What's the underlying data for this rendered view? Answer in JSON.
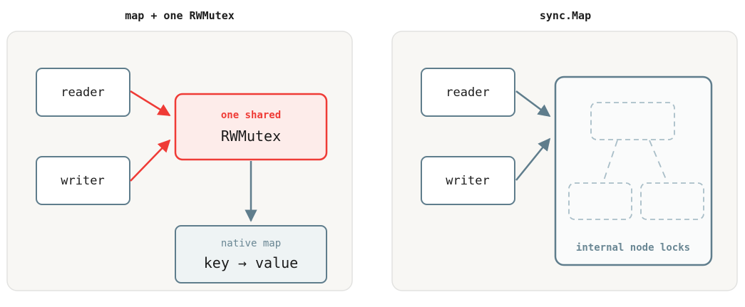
{
  "left_panel": {
    "title": "map + one RWMutex",
    "reader_label": "reader",
    "writer_label": "writer",
    "mutex_caption": "one shared",
    "mutex_label": "RWMutex",
    "map_caption": "native map",
    "map_label": "key → value"
  },
  "right_panel": {
    "title": "sync.Map",
    "reader_label": "reader",
    "writer_label": "writer",
    "internal_label": "internal node locks"
  },
  "colors": {
    "panel_bg": "#f8f7f4",
    "panel_border": "#e2e2e0",
    "node_border": "#5f7d8c",
    "accent_red": "#ef3b36",
    "red_fill": "#fdecea",
    "map_fill": "#eef3f4",
    "dashed": "#a9bec8",
    "text": "#1b1b1b",
    "muted": "#6a8794"
  }
}
